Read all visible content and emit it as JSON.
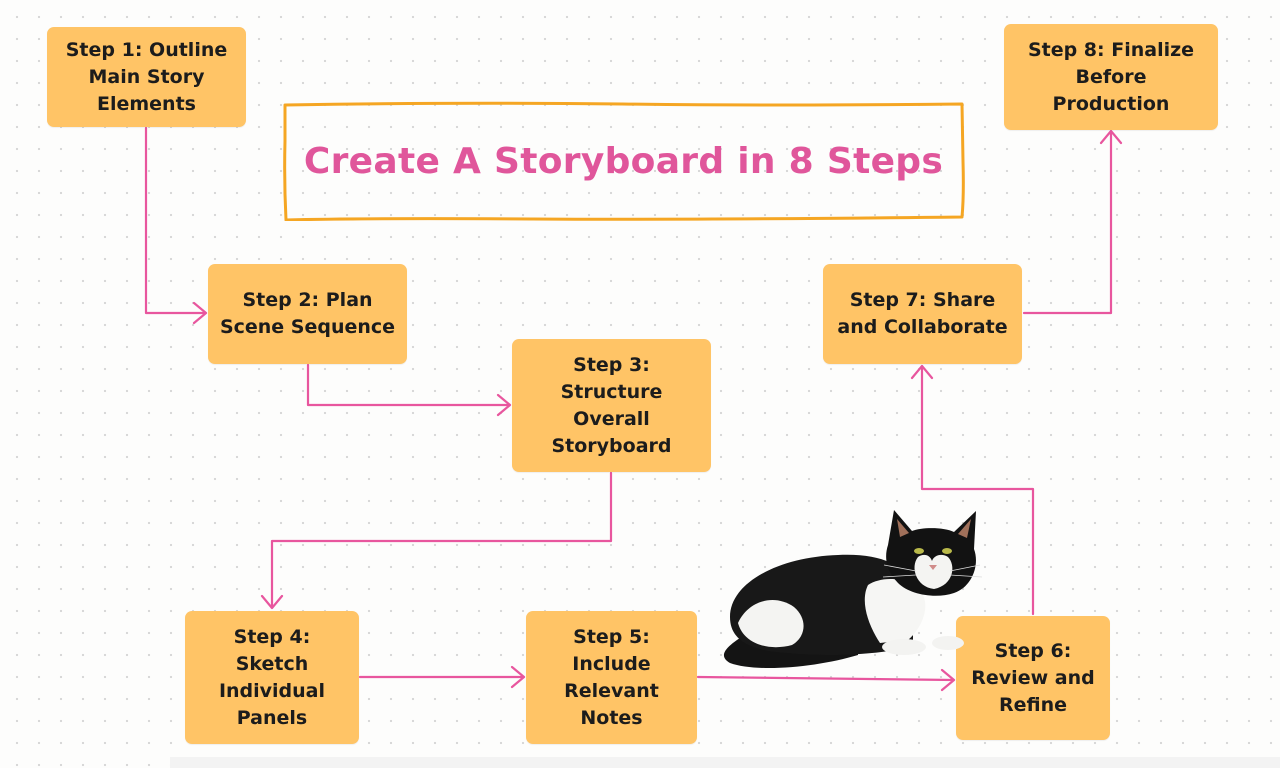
{
  "title": "Create A Storyboard in 8 Steps",
  "colors": {
    "title": "#e0569b",
    "box": "#ffc466",
    "frame": "#f5a623",
    "connector": "#e8569e",
    "text": "#1c1c1c"
  },
  "steps": [
    {
      "id": "step-1",
      "label": "Step 1: Outline\nMain Story\nElements"
    },
    {
      "id": "step-2",
      "label": "Step 2: Plan\nScene Sequence"
    },
    {
      "id": "step-3",
      "label": "Step 3:\nStructure\nOverall\nStoryboard"
    },
    {
      "id": "step-4",
      "label": "Step 4:\nSketch\nIndividual\nPanels"
    },
    {
      "id": "step-5",
      "label": "Step 5:\nInclude\nRelevant\nNotes"
    },
    {
      "id": "step-6",
      "label": "Step 6:\nReview and\nRefine"
    },
    {
      "id": "step-7",
      "label": "Step 7: Share\nand Collaborate"
    },
    {
      "id": "step-8",
      "label": "Step 8: Finalize\nBefore Production"
    }
  ],
  "connections": [
    {
      "from": "step-1",
      "to": "step-2"
    },
    {
      "from": "step-2",
      "to": "step-3"
    },
    {
      "from": "step-3",
      "to": "step-4"
    },
    {
      "from": "step-4",
      "to": "step-5"
    },
    {
      "from": "step-5",
      "to": "step-6"
    },
    {
      "from": "step-6",
      "to": "step-7"
    },
    {
      "from": "step-7",
      "to": "step-8"
    }
  ],
  "image": {
    "subject": "cat-photo"
  }
}
